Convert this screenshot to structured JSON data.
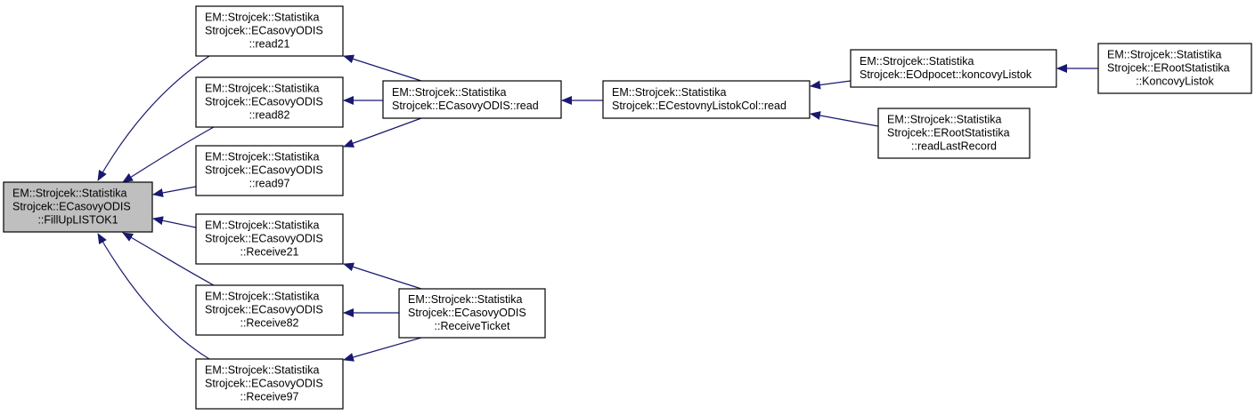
{
  "diagram": {
    "type": "doxygen-caller-graph",
    "colors": {
      "edge": "#191970",
      "root_fill": "#bfbfbf",
      "node_fill": "#ffffff"
    },
    "nodes": {
      "fillup": {
        "lines": [
          "EM::Strojcek::Statistika",
          "Strojcek::ECasovyODIS",
          "::FillUpLISTOK1"
        ]
      },
      "read21": {
        "lines": [
          "EM::Strojcek::Statistika",
          "Strojcek::ECasovyODIS",
          "::read21"
        ]
      },
      "read82": {
        "lines": [
          "EM::Strojcek::Statistika",
          "Strojcek::ECasovyODIS",
          "::read82"
        ]
      },
      "read97": {
        "lines": [
          "EM::Strojcek::Statistika",
          "Strojcek::ECasovyODIS",
          "::read97"
        ]
      },
      "receive21": {
        "lines": [
          "EM::Strojcek::Statistika",
          "Strojcek::ECasovyODIS",
          "::Receive21"
        ]
      },
      "receive82": {
        "lines": [
          "EM::Strojcek::Statistika",
          "Strojcek::ECasovyODIS",
          "::Receive82"
        ]
      },
      "receive97": {
        "lines": [
          "EM::Strojcek::Statistika",
          "Strojcek::ECasovyODIS",
          "::Receive97"
        ]
      },
      "read": {
        "lines": [
          "EM::Strojcek::Statistika",
          "Strojcek::ECasovyODIS::read"
        ]
      },
      "receiveticket": {
        "lines": [
          "EM::Strojcek::Statistika",
          "Strojcek::ECasovyODIS",
          "::ReceiveTicket"
        ]
      },
      "cestread": {
        "lines": [
          "EM::Strojcek::Statistika",
          "Strojcek::ECestovnyListokCol::read"
        ]
      },
      "odpocet": {
        "lines": [
          "EM::Strojcek::Statistika",
          "Strojcek::EOdpocet::koncovyListok"
        ]
      },
      "readlast": {
        "lines": [
          "EM::Strojcek::Statistika",
          "Strojcek::ERootStatistika",
          "::readLastRecord"
        ]
      },
      "rootkoncovy": {
        "lines": [
          "EM::Strojcek::Statistika",
          "Strojcek::ERootStatistika",
          "::KoncovyListok"
        ]
      }
    },
    "edges": [
      [
        "read21",
        "fillup"
      ],
      [
        "read82",
        "fillup"
      ],
      [
        "read97",
        "fillup"
      ],
      [
        "receive21",
        "fillup"
      ],
      [
        "receive82",
        "fillup"
      ],
      [
        "receive97",
        "fillup"
      ],
      [
        "read",
        "read21"
      ],
      [
        "read",
        "read82"
      ],
      [
        "read",
        "read97"
      ],
      [
        "cestread",
        "read"
      ],
      [
        "odpocet",
        "cestread"
      ],
      [
        "readlast",
        "cestread"
      ],
      [
        "rootkoncovy",
        "odpocet"
      ],
      [
        "receiveticket",
        "receive21"
      ],
      [
        "receiveticket",
        "receive82"
      ],
      [
        "receiveticket",
        "receive97"
      ]
    ]
  }
}
